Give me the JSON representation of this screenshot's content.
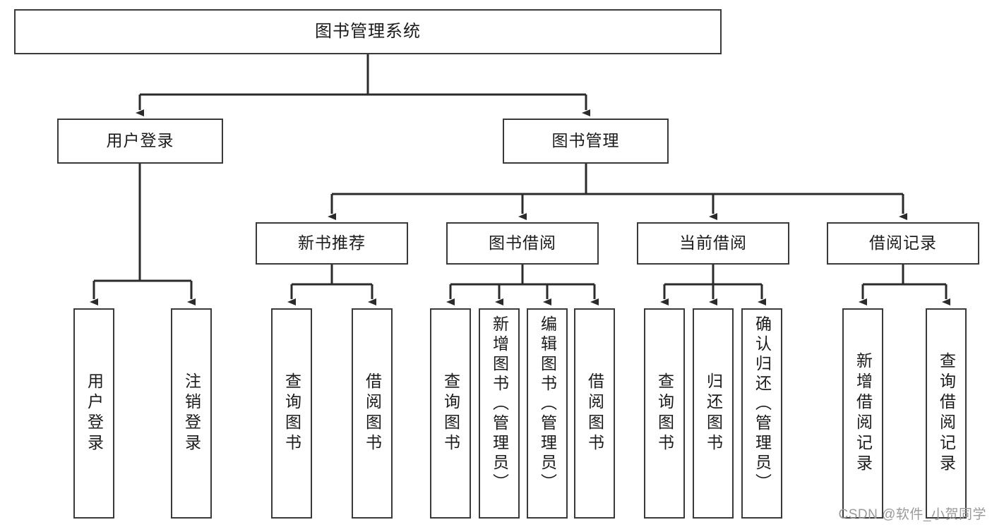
{
  "diagram": {
    "title": "图书管理系统",
    "type": "功能结构图",
    "watermark": "CSDN @软件_小贺同学",
    "colors": {
      "box_border": "#3a3a3a",
      "box_fill": "#ffffff",
      "connector": "#2b2b2b",
      "text": "#1b1b1b",
      "watermark": "#9a9a9a",
      "background": "#ffffff"
    }
  },
  "nodes": {
    "root": {
      "label": "图书管理系统"
    },
    "level2": [
      {
        "label": "用户登录"
      },
      {
        "label": "图书管理"
      }
    ],
    "level3": [
      {
        "label": "新书推荐"
      },
      {
        "label": "图书借阅"
      },
      {
        "label": "当前借阅"
      },
      {
        "label": "借阅记录"
      }
    ],
    "leaves": {
      "user_login": [
        {
          "label": "用户登录"
        },
        {
          "label": "注销登录"
        }
      ],
      "new_book": [
        {
          "label": "查询图书"
        },
        {
          "label": "借阅图书"
        }
      ],
      "book_borrow": [
        {
          "label": "查询图书"
        },
        {
          "label": "新增图书（管理员）"
        },
        {
          "label": "编辑图书（管理员）"
        },
        {
          "label": "借阅图书"
        }
      ],
      "current_borrow": [
        {
          "label": "查询图书"
        },
        {
          "label": "归还图书"
        },
        {
          "label": "确认归还（管理员）"
        }
      ],
      "borrow_record": [
        {
          "label": "新增借阅记录"
        },
        {
          "label": "查询借阅记录"
        }
      ]
    }
  }
}
